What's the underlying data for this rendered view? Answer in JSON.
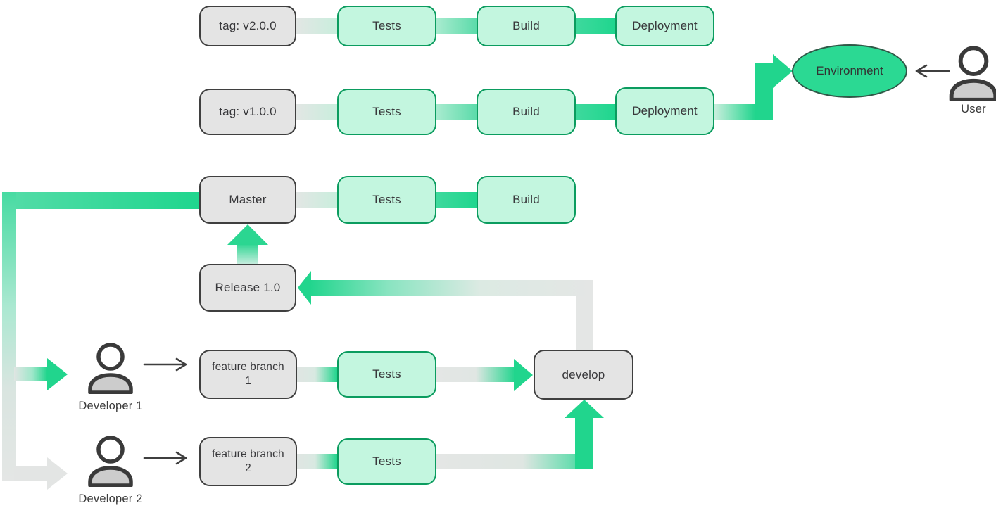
{
  "diagram_type": "git-workflow-ci-cd",
  "nodes": {
    "tag_v2": "tag: v2.0.0",
    "tests_v2": "Tests",
    "build_v2": "Build",
    "deployment_v2": "Deployment",
    "tag_v1": "tag: v1.0.0",
    "tests_v1": "Tests",
    "build_v1": "Build",
    "deployment_v1": "Deployment",
    "environment": "Environment",
    "master": "Master",
    "tests_master": "Tests",
    "build_master": "Build",
    "release": "Release 1.0",
    "feature1_line1": "feature branch",
    "feature1_line2": "1",
    "tests_feature1": "Tests",
    "develop": "develop",
    "feature2_line1": "feature branch",
    "feature2_line2": "2",
    "tests_feature2": "Tests"
  },
  "actors": {
    "developer1": "Developer 1",
    "developer2": "Developer 2",
    "user": "User"
  },
  "colors": {
    "accent_green": "#21d58d",
    "mint_fill": "#c3f6df",
    "mint_border": "#0b9c5f",
    "node_gray_fill": "#e4e4e4",
    "node_border_dark": "#3f3f3f",
    "environment_fill": "#2bd993",
    "environment_border": "#2f5847",
    "connector_gray": "#e4e6e5",
    "text": "#3a3a3a"
  }
}
